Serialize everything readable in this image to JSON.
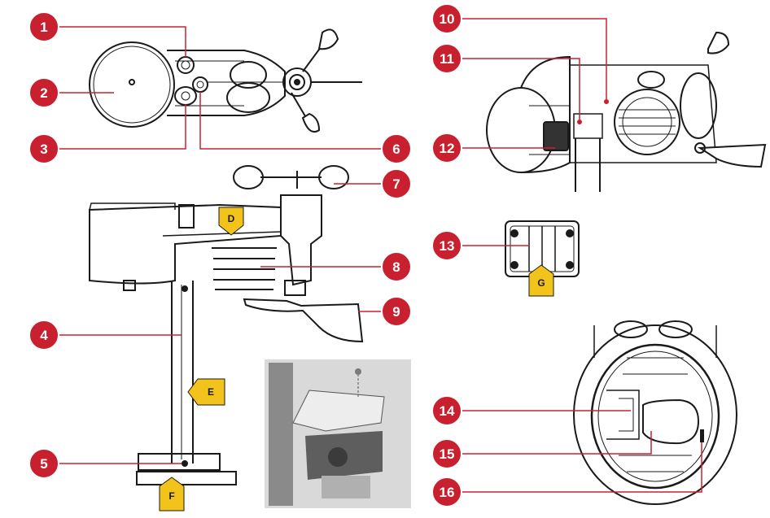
{
  "callouts": {
    "c1": "1",
    "c2": "2",
    "c3": "3",
    "c4": "4",
    "c5": "5",
    "c6": "6",
    "c7": "7",
    "c8": "8",
    "c9": "9",
    "c10": "10",
    "c11": "11",
    "c12": "12",
    "c13": "13",
    "c14": "14",
    "c15": "15",
    "c16": "16"
  },
  "tags": {
    "d": "D",
    "e": "E",
    "f": "F",
    "g": "G"
  },
  "colors": {
    "callout_fill": "#c8202f",
    "callout_ring": "#ffffff",
    "tag_fill": "#f2c31b",
    "line": "#c8202f",
    "drawing": "#1a1a1a"
  }
}
